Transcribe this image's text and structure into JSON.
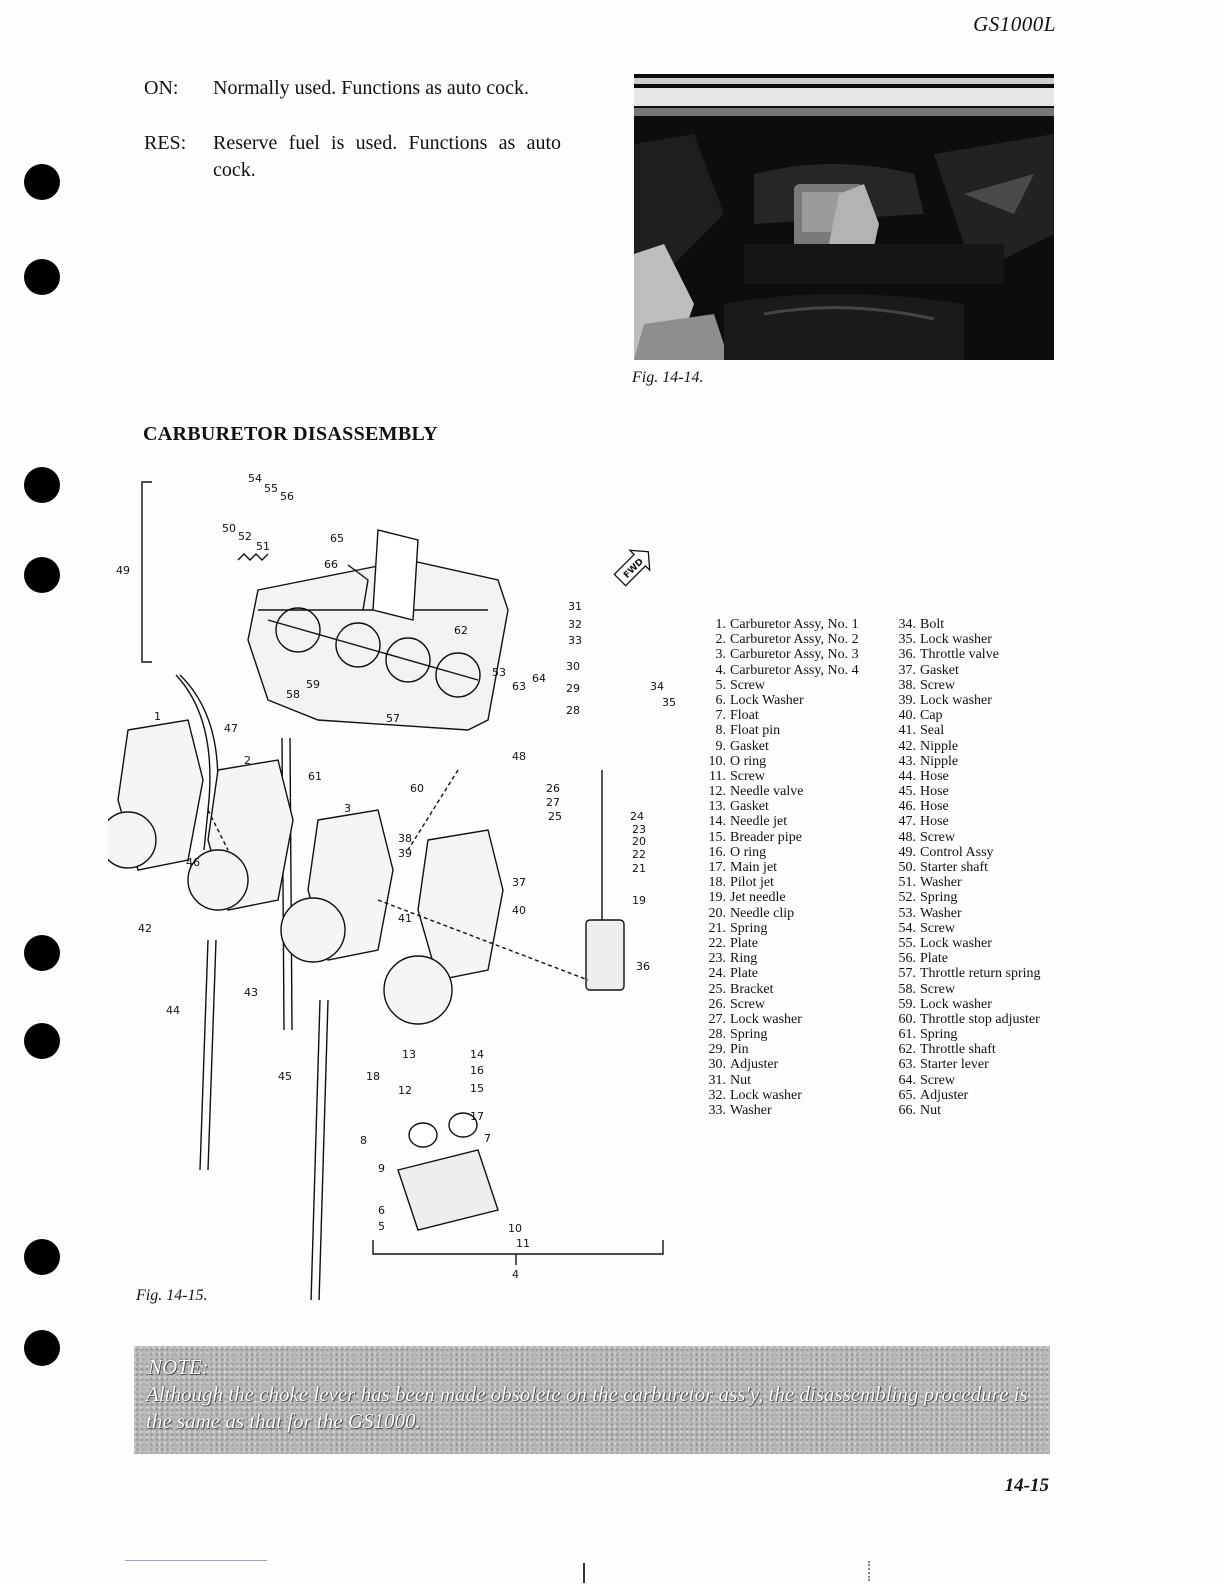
{
  "header": {
    "model_code": "GS1000L"
  },
  "fuel_cock_positions": [
    {
      "key": "ON:",
      "desc": "Normally used. Functions as auto cock."
    },
    {
      "key": "RES:",
      "desc": "Reserve fuel is used. Functions as auto cock."
    }
  ],
  "photo_caption": "Fig. 14-14.",
  "section_title": "CARBURETOR DISASSEMBLY",
  "diagram_caption": "Fig. 14-15.",
  "parts_left": [
    {
      "n": "1.",
      "name": "Carburetor Assy, No. 1"
    },
    {
      "n": "2.",
      "name": "Carburetor Assy, No. 2"
    },
    {
      "n": "3.",
      "name": "Carburetor Assy, No. 3"
    },
    {
      "n": "4.",
      "name": "Carburetor Assy, No. 4"
    },
    {
      "n": "5.",
      "name": "Screw"
    },
    {
      "n": "6.",
      "name": "Lock Washer"
    },
    {
      "n": "7.",
      "name": "Float"
    },
    {
      "n": "8.",
      "name": "Float pin"
    },
    {
      "n": "9.",
      "name": "Gasket"
    },
    {
      "n": "10.",
      "name": "O ring"
    },
    {
      "n": "11.",
      "name": "Screw"
    },
    {
      "n": "12.",
      "name": "Needle valve"
    },
    {
      "n": "13.",
      "name": "Gasket"
    },
    {
      "n": "14.",
      "name": "Needle jet"
    },
    {
      "n": "15.",
      "name": "Breader pipe"
    },
    {
      "n": "16.",
      "name": "O ring"
    },
    {
      "n": "17.",
      "name": "Main jet"
    },
    {
      "n": "18.",
      "name": "Pilot jet"
    },
    {
      "n": "19.",
      "name": "Jet needle"
    },
    {
      "n": "20.",
      "name": "Needle clip"
    },
    {
      "n": "21.",
      "name": "Spring"
    },
    {
      "n": "22.",
      "name": "Plate"
    },
    {
      "n": "23.",
      "name": "Ring"
    },
    {
      "n": "24.",
      "name": "Plate"
    },
    {
      "n": "25.",
      "name": "Bracket"
    },
    {
      "n": "26.",
      "name": "Screw"
    },
    {
      "n": "27.",
      "name": "Lock washer"
    },
    {
      "n": "28.",
      "name": "Spring"
    },
    {
      "n": "29.",
      "name": "Pin"
    },
    {
      "n": "30.",
      "name": "Adjuster"
    },
    {
      "n": "31.",
      "name": "Nut"
    },
    {
      "n": "32.",
      "name": "Lock washer"
    },
    {
      "n": "33.",
      "name": "Washer"
    }
  ],
  "parts_right": [
    {
      "n": "34.",
      "name": "Bolt"
    },
    {
      "n": "35.",
      "name": "Lock washer"
    },
    {
      "n": "36.",
      "name": "Throttle valve"
    },
    {
      "n": "37.",
      "name": "Gasket"
    },
    {
      "n": "38.",
      "name": "Screw"
    },
    {
      "n": "39.",
      "name": "Lock washer"
    },
    {
      "n": "40.",
      "name": "Cap"
    },
    {
      "n": "41.",
      "name": "Seal"
    },
    {
      "n": "42.",
      "name": "Nipple"
    },
    {
      "n": "43.",
      "name": "Nipple"
    },
    {
      "n": "44.",
      "name": "Hose"
    },
    {
      "n": "45.",
      "name": "Hose"
    },
    {
      "n": "46.",
      "name": "Hose"
    },
    {
      "n": "47.",
      "name": "Hose"
    },
    {
      "n": "48.",
      "name": "Screw"
    },
    {
      "n": "49.",
      "name": "Control Assy"
    },
    {
      "n": "50.",
      "name": "Starter shaft"
    },
    {
      "n": "51.",
      "name": "Washer"
    },
    {
      "n": "52.",
      "name": "Spring"
    },
    {
      "n": "53.",
      "name": "Washer"
    },
    {
      "n": "54.",
      "name": "Screw"
    },
    {
      "n": "55.",
      "name": "Lock washer"
    },
    {
      "n": "56.",
      "name": "Plate"
    },
    {
      "n": "57.",
      "name": "Throttle return spring"
    },
    {
      "n": "58.",
      "name": "Screw"
    },
    {
      "n": "59.",
      "name": "Lock washer"
    },
    {
      "n": "60.",
      "name": "Throttle stop adjuster"
    },
    {
      "n": "61.",
      "name": "Spring"
    },
    {
      "n": "62.",
      "name": "Throttle shaft"
    },
    {
      "n": "63.",
      "name": "Starter lever"
    },
    {
      "n": "64.",
      "name": "Screw"
    },
    {
      "n": "65.",
      "name": "Adjuster"
    },
    {
      "n": "66.",
      "name": "Nut"
    }
  ],
  "diagram_callouts": [
    "54",
    "55",
    "56",
    "50",
    "52",
    "51",
    "65",
    "66",
    "49",
    "31",
    "32",
    "33",
    "62",
    "30",
    "29",
    "28",
    "34",
    "35",
    "53",
    "63",
    "64",
    "58",
    "59",
    "57",
    "1",
    "47",
    "48",
    "2",
    "61",
    "60",
    "26",
    "27",
    "25",
    "24",
    "23",
    "20",
    "22",
    "21",
    "3",
    "38",
    "39",
    "37",
    "19",
    "46",
    "42",
    "41",
    "40",
    "36",
    "43",
    "44",
    "45",
    "13",
    "14",
    "16",
    "15",
    "18",
    "12",
    "17",
    "8",
    "7",
    "9",
    "6",
    "5",
    "10",
    "11",
    "4"
  ],
  "fwd_label": "FWD",
  "note": {
    "title": "NOTE:",
    "body": "Although the choke lever has been made obsolete on the carburetor ass'y, the disassembling procedure is the same as that for the GS1000."
  },
  "page_number": "14-15"
}
